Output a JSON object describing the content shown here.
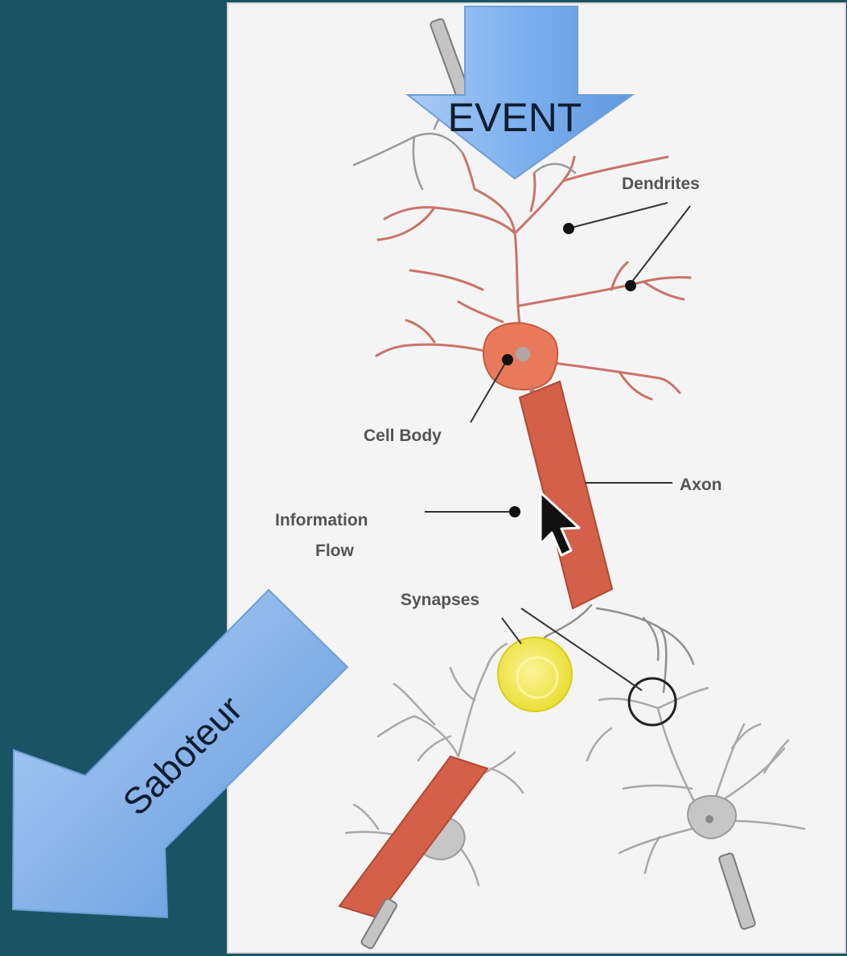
{
  "slide": {
    "background_color": "#1a5464",
    "panel_color": "#f4f4f4"
  },
  "arrows": {
    "event_label": "EVENT",
    "saboteur_label": "Saboteur",
    "fill_color": "#7eb0ee"
  },
  "labels": {
    "dendrites": "Dendrites",
    "cell_body": "Cell Body",
    "axon": "Axon",
    "information_flow_line1": "Information",
    "information_flow_line2": "Flow",
    "synapses": "Synapses"
  },
  "colors": {
    "main_neuron": "#e8795a",
    "main_dendrite": "#c9746a",
    "axon": "#d4604a",
    "grey_neuron": "#b6b6b6",
    "highlight_circle": "#f2e645"
  },
  "icons": {
    "cursor": "mouse-pointer-icon",
    "electrode": "electrode-probe-icon"
  }
}
